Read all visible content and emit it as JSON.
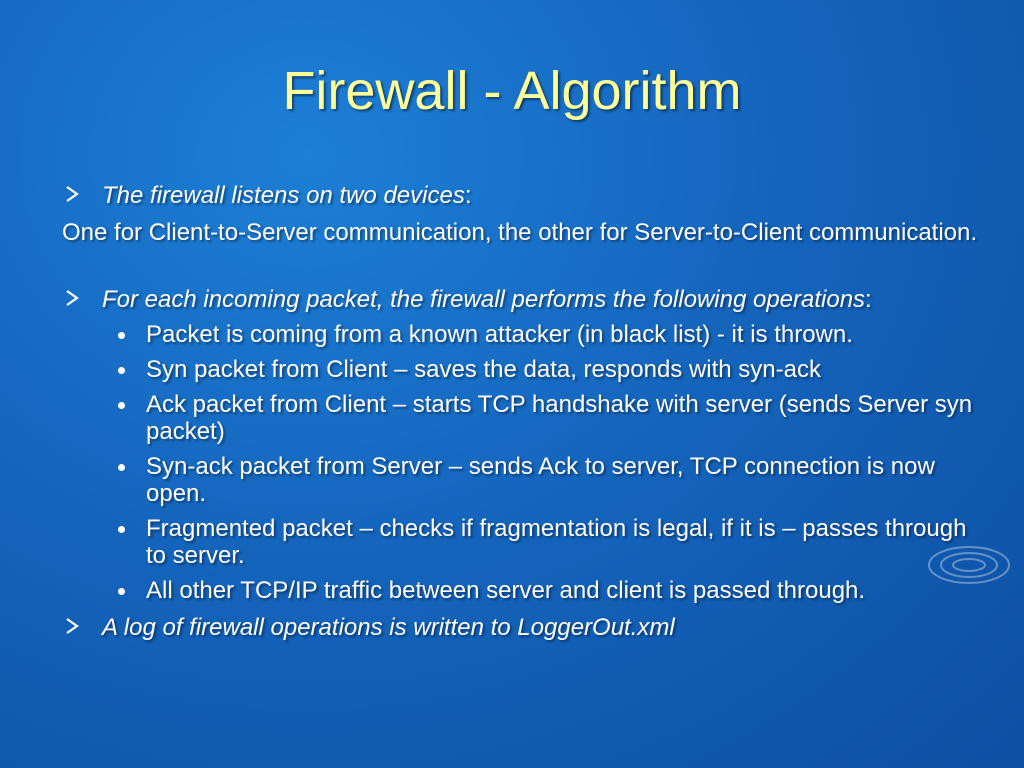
{
  "slide": {
    "title": "Firewall - Algorithm",
    "bullets": {
      "b1_italic": "The firewall listens on two devices",
      "b1_suffix": ":",
      "plain": "One for Client-to-Server communication, the other for Server-to-Client communication.",
      "b2_italic": "For each incoming packet, the firewall performs the following operations",
      "b2_suffix": ":",
      "sub": [
        "Packet is coming from a known attacker (in black list)  - it is thrown.",
        "Syn packet from Client – saves the data, responds with syn-ack",
        "Ack packet from Client – starts TCP handshake with server (sends Server syn packet)",
        "Syn-ack packet from Server – sends Ack to server, TCP connection is now open.",
        "Fragmented packet – checks if fragmentation is legal, if it is – passes through to server.",
        "All other TCP/IP traffic between server and client is passed through."
      ],
      "b3_italic": "A log of firewall operations is written to LoggerOut.xml"
    }
  },
  "colors": {
    "title": "#ffff99",
    "background": "#1565bd",
    "text": "#ffffff"
  }
}
